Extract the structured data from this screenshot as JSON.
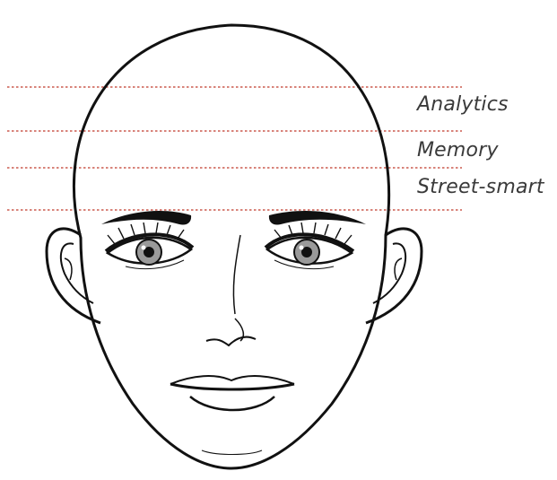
{
  "zones": [
    {
      "label": "Analytics"
    },
    {
      "label": "Memory"
    },
    {
      "label": "Street-smart"
    }
  ],
  "colors": {
    "guide_line": "#c0392b",
    "face_stroke": "#111111",
    "iris": "#9a9a9a",
    "label_text": "#3a3a3a"
  },
  "icons": [
    "face-illustration"
  ]
}
